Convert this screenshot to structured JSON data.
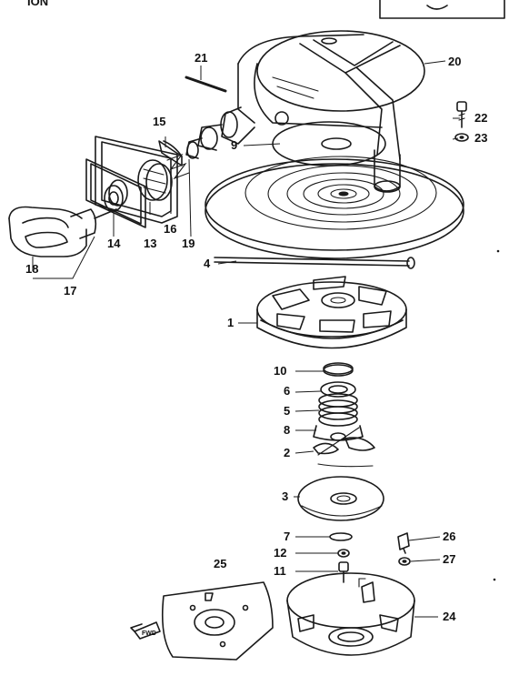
{
  "header": {
    "partial_text": "ION"
  },
  "labels": {
    "p1": "1",
    "p2": "2",
    "p3": "3",
    "p4": "4",
    "p5": "5",
    "p6": "6",
    "p7": "7",
    "p8": "8",
    "p9": "9",
    "p10": "10",
    "p11": "11",
    "p12": "12",
    "p13": "13",
    "p14": "14",
    "p15": "15",
    "p16": "16",
    "p17": "17",
    "p18": "18",
    "p19": "19",
    "p20": "20",
    "p21": "21",
    "p22": "22",
    "p23": "23",
    "p24": "24",
    "p25": "25",
    "p26": "26",
    "p27": "27"
  },
  "front_marker": "FWD"
}
